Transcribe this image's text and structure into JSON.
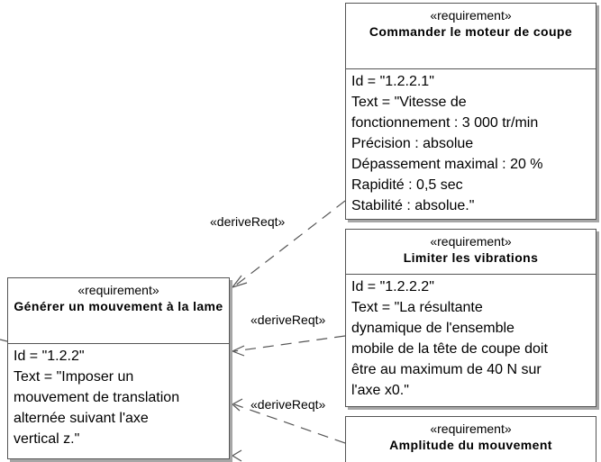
{
  "requirements": {
    "r1": {
      "stereotype": "«requirement»",
      "name": "Commander le moteur de coupe",
      "lines": [
        "Id = \"1.2.2.1\"",
        "Text = \"Vitesse de",
        "fonctionnement : 3 000 tr/min",
        "Précision : absolue",
        "Dépassement maximal : 20 %",
        "Rapidité : 0,5 sec",
        "Stabilité : absolue.\""
      ]
    },
    "r2": {
      "stereotype": "«requirement»",
      "name": "Limiter les vibrations",
      "lines": [
        "Id = \"1.2.2.2\"",
        "Text = \"La résultante",
        "dynamique de l'ensemble",
        "mobile de la tête de coupe doit",
        "être au maximum de 40 N sur",
        "l'axe x0.\""
      ]
    },
    "r3": {
      "stereotype": "«requirement»",
      "name": "Générer un mouvement à la lame",
      "lines": [
        "Id = \"1.2.2\"",
        "Text = \"Imposer un",
        "mouvement de translation",
        "alternée suivant l'axe",
        "vertical z.\""
      ]
    },
    "r4": {
      "stereotype": "«requirement»",
      "name": "Amplitude du mouvement"
    }
  },
  "relations": [
    {
      "label": "«deriveReqt»"
    },
    {
      "label": "«deriveReqt»"
    },
    {
      "label": "«deriveReqt»"
    }
  ]
}
